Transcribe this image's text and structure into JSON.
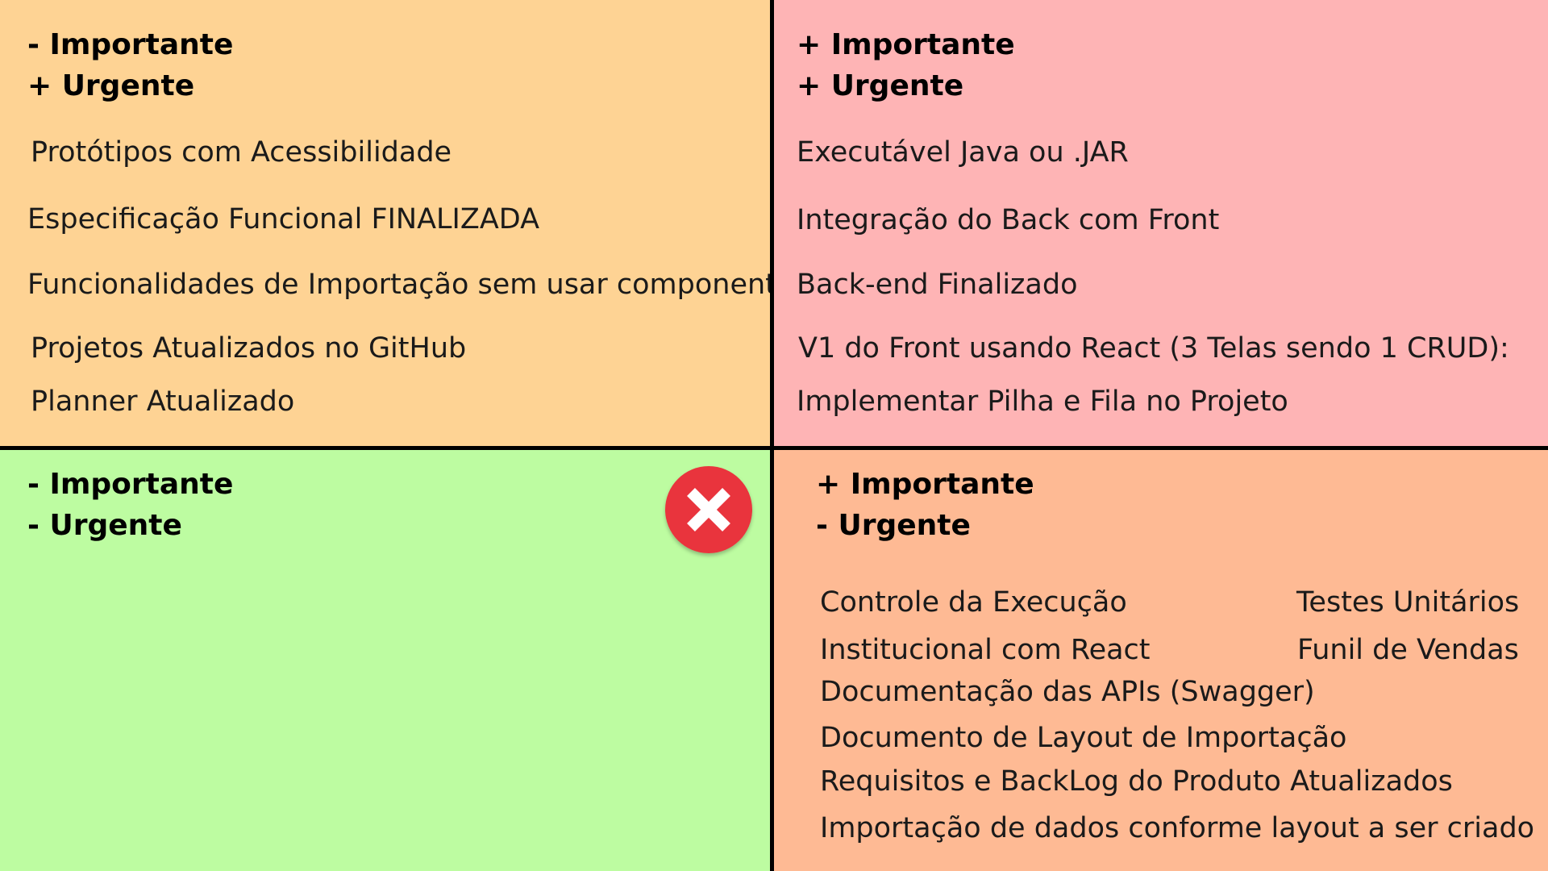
{
  "colors": {
    "top_left_bg": "#fed394",
    "top_right_bg": "#feb4b5",
    "bottom_left_bg": "#bdfca1",
    "bottom_right_bg": "#feba94",
    "divider": "#000000",
    "reject_icon": "#e9343d"
  },
  "quadrants": {
    "top_left": {
      "heading_line1": "- Importante",
      "heading_line2": "+ Urgente",
      "items": [
        "Protótipos com Acessibilidade",
        "Especificação Funcional FINALIZADA",
        "Funcionalidades de Importação sem usar componentes",
        "Projetos Atualizados no GitHub",
        "Planner Atualizado"
      ]
    },
    "top_right": {
      "heading_line1": "+ Importante",
      "heading_line2": "+ Urgente",
      "items": [
        "Executável Java ou .JAR",
        "Integração do Back com Front",
        "Back-end Finalizado",
        "V1 do Front usando React (3 Telas sendo 1 CRUD):",
        "Implementar Pilha e Fila no Projeto"
      ]
    },
    "bottom_left": {
      "heading_line1": "- Importante",
      "heading_line2": "- Urgente",
      "icon": "close-circle-icon"
    },
    "bottom_right": {
      "heading_line1": "+ Importante",
      "heading_line2": "- Urgente",
      "items": [
        "Controle da Execução",
        "Testes Unitários",
        "Institucional com React",
        "Funil de Vendas",
        "Documentação das APIs (Swagger)",
        "Documento de Layout de Importação",
        "Requisitos e BackLog do Produto Atualizados",
        "Importação de dados conforme layout a ser criado"
      ]
    }
  }
}
